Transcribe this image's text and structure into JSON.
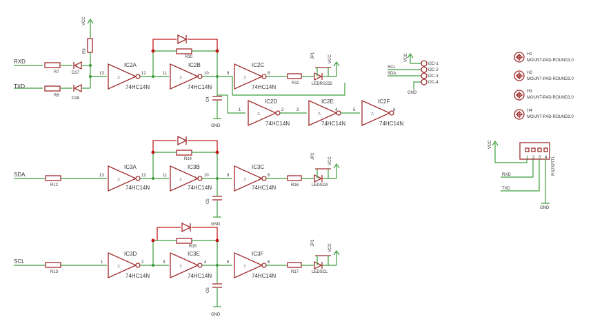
{
  "nets": {
    "vcc": "VCC",
    "gnd": "GND",
    "rxd": "RXD",
    "txd": "TXD",
    "sda": "SDA",
    "scl": "SCL"
  },
  "ic_type": "74HC14N",
  "inverters": [
    {
      "name": "IC2A",
      "pin_in": "13",
      "pin_out": "12"
    },
    {
      "name": "IC2B",
      "pin_in": "11",
      "pin_out": "10"
    },
    {
      "name": "IC2C",
      "pin_in": "9",
      "pin_out": "8"
    },
    {
      "name": "IC2D",
      "pin_in": "1",
      "pin_out": "2"
    },
    {
      "name": "IC2E",
      "pin_in": "3",
      "pin_out": "4"
    },
    {
      "name": "IC2F",
      "pin_in": "5",
      "pin_out": "6"
    },
    {
      "name": "IC3A",
      "pin_in": "13",
      "pin_out": "12"
    },
    {
      "name": "IC3B",
      "pin_in": "11",
      "pin_out": "10"
    },
    {
      "name": "IC3C",
      "pin_in": "9",
      "pin_out": "8"
    },
    {
      "name": "IC3D",
      "pin_in": "1",
      "pin_out": "2"
    },
    {
      "name": "IC3E",
      "pin_in": "3",
      "pin_out": "4"
    },
    {
      "name": "IC3F",
      "pin_in": "5",
      "pin_out": "6"
    }
  ],
  "resistors": [
    "R7",
    "R8",
    "R9",
    "R10",
    "R11",
    "R12",
    "R13",
    "R14",
    "R15",
    "R16",
    "R17"
  ],
  "diodes": [
    "D17",
    "D18"
  ],
  "capacitors": [
    "C4",
    "C5",
    "C6"
  ],
  "leds": [
    "LEDRS232",
    "LEDSDA",
    "LEDSCL"
  ],
  "jumpers": [
    "JP1",
    "JP2",
    "JP3"
  ],
  "i2c_pins": [
    "I2C-1",
    "I2C-2",
    "I2C-3",
    "I2C-4"
  ],
  "rs232": {
    "name": "RS232TTL",
    "pins": [
      "1",
      "2",
      "3",
      "4"
    ]
  },
  "mount_pads": [
    {
      "name": "H1",
      "value": "MOUNT-PAD-ROUND3.0"
    },
    {
      "name": "H2",
      "value": "MOUNT-PAD-ROUND3.0"
    },
    {
      "name": "H3",
      "value": "MOUNT-PAD-ROUND3.0"
    },
    {
      "name": "H4",
      "value": "MOUNT-PAD-ROUND3.0"
    }
  ]
}
